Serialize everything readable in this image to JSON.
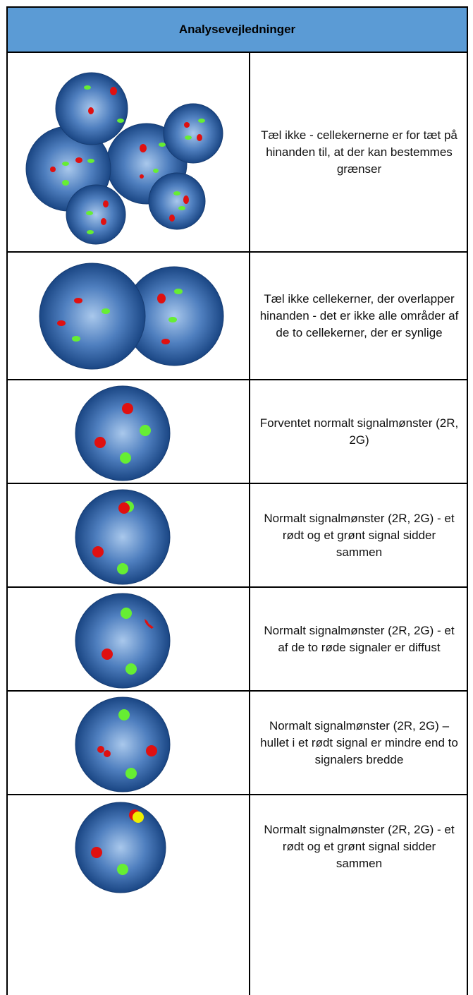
{
  "header": {
    "title": "Analysevejledninger"
  },
  "rows": [
    {
      "text": "Tæl ikke - cellekernerne er for tæt på hinanden til, at der kan bestemmes grænser"
    },
    {
      "text": "Tæl ikke cellekerner, der overlapper hinanden - det er ikke alle områder af de to cellekerner, der er synlige"
    },
    {
      "text": "Forventet normalt signalmønster (2R, 2G)"
    },
    {
      "text": "Normalt signalmønster (2R, 2G) - et rødt og et grønt signal sidder sammen"
    },
    {
      "text": "Normalt signalmønster (2R, 2G) - et af de to røde signaler er diffust"
    },
    {
      "text": "Normalt signalmønster (2R, 2G) – hullet i et rødt signal er mindre end to signalers bredde"
    },
    {
      "text": "Normalt signalmønster (2R, 2G) - et rødt og et grønt signal sidder sammen"
    }
  ],
  "colors": {
    "header": "#5b9bd5",
    "nucleus_center": "#9fc0e6",
    "nucleus_edge": "#1f4e8c",
    "red_signal": "#e01010",
    "green_signal": "#66ee33",
    "yellow_signal": "#eeee00"
  }
}
